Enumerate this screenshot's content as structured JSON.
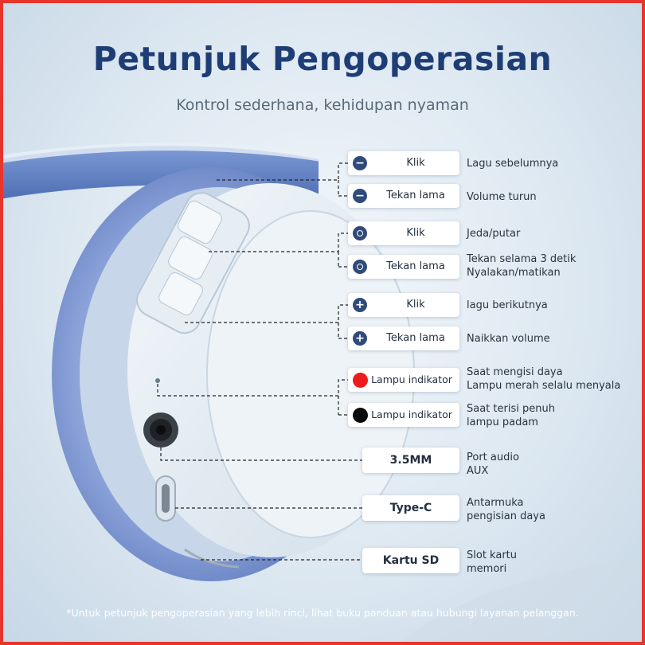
{
  "header": {
    "title": "Petunjuk Pengoperasian",
    "subtitle": "Kontrol sederhana, kehidupan nyaman"
  },
  "callouts": [
    {
      "icon": "minus-icon",
      "label": "Klik",
      "desc": [
        "Lagu sebelumnya"
      ]
    },
    {
      "icon": "minus-icon",
      "label": "Tekan lama",
      "desc": [
        "Volume turun"
      ]
    },
    {
      "icon": "play-pause-icon",
      "label": "Klik",
      "desc": [
        "Jeda/putar"
      ]
    },
    {
      "icon": "play-pause-icon",
      "label": "Tekan lama",
      "desc": [
        "Tekan selama 3 detik",
        "Nyalakan/matikan"
      ]
    },
    {
      "icon": "plus-icon",
      "label": "Klik",
      "desc": [
        "lagu berikutnya"
      ]
    },
    {
      "icon": "plus-icon",
      "label": "Tekan lama",
      "desc": [
        "Naikkan volume"
      ]
    },
    {
      "icon": "red-indicator-icon",
      "label": "Lampu indikator",
      "desc": [
        "Saat mengisi daya",
        "Lampu merah selalu menyala"
      ]
    },
    {
      "icon": "black-indicator-icon",
      "label": "Lampu indikator",
      "desc": [
        "Saat terisi penuh",
        "lampu padam"
      ]
    }
  ],
  "ports": [
    {
      "label": "3.5MM",
      "desc": [
        "Port audio",
        "AUX"
      ]
    },
    {
      "label": "Type-C",
      "desc": [
        "Antarmuka",
        "pengisian daya"
      ]
    },
    {
      "label": "Kartu SD",
      "desc": [
        "Slot kartu",
        "memori"
      ]
    }
  ],
  "footnote": "*Untuk petunjuk pengoperasian yang lebih rinci, lihat buku panduan atau hubungi layanan pelanggan.",
  "colors": {
    "border": "#e5352d",
    "title": "#1f3d75",
    "icon": "#2f4b7a",
    "indicator_red": "#ee1b1b",
    "indicator_black": "#0a0a0a",
    "headband": "#5f7fc2",
    "earcup": "#dfe9f1"
  }
}
